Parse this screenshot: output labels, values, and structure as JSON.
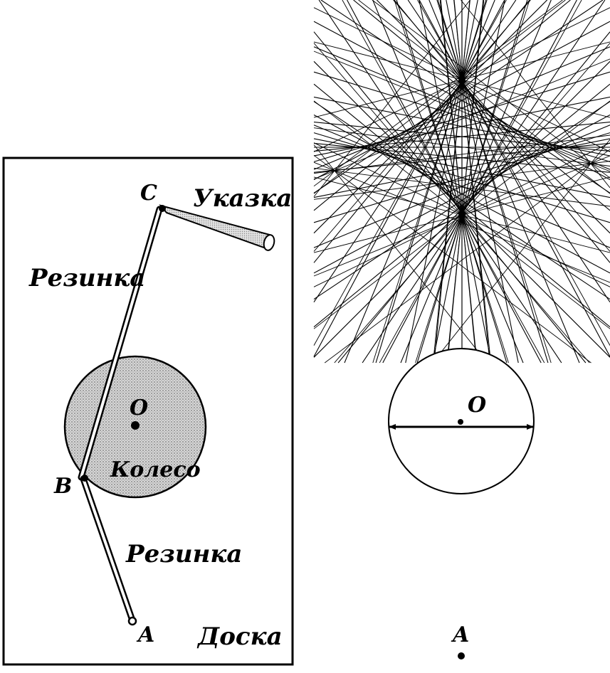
{
  "left_diagram": {
    "labels": {
      "point_c": "C",
      "pointer": "Указка",
      "rubber_top": "Резинка",
      "center_o": "O",
      "wheel": "Колесо",
      "point_b": "B",
      "rubber_bottom": "Резинка",
      "point_a": "A",
      "board": "Доска"
    }
  },
  "right_diagram": {
    "labels": {
      "center_o": "O",
      "point_a": "A"
    }
  },
  "colors": {
    "ink": "#000000",
    "wheel_fill": "#bdbdbd",
    "pointer_fill": "#cfcfcf",
    "background": "#ffffff"
  }
}
